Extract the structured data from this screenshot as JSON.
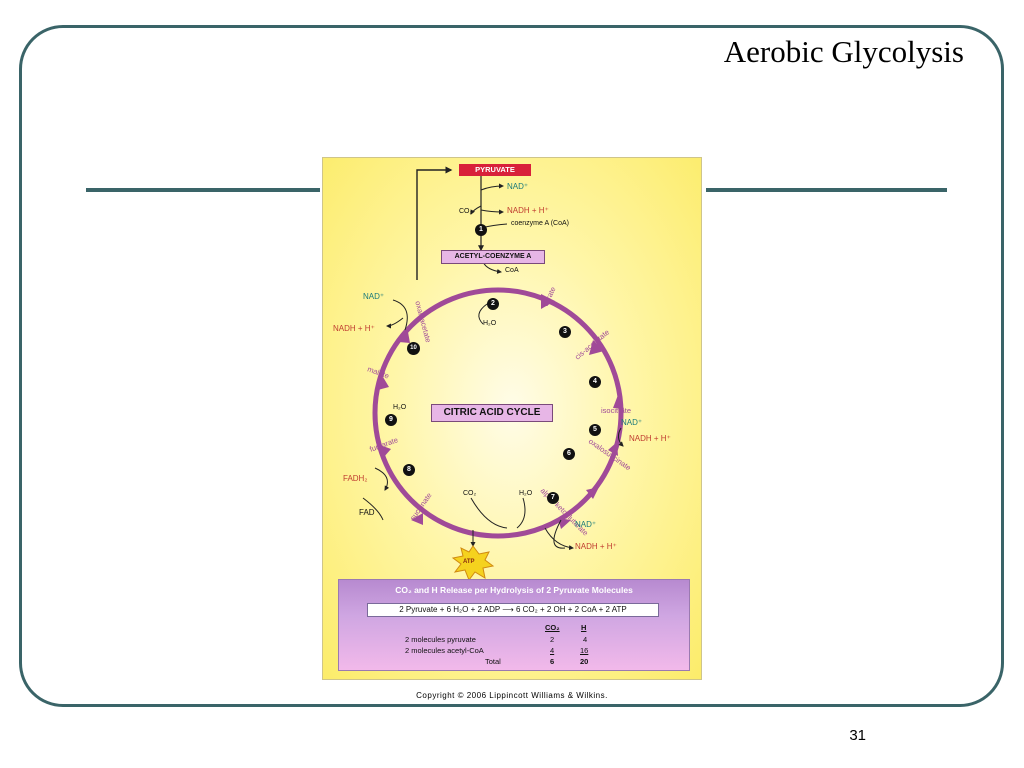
{
  "slide": {
    "title": "Aerobic Glycolysis",
    "page_number": "31",
    "copyright": "Copyright © 2006 Lippincott Williams & Wilkins."
  },
  "colors": {
    "frame": "#3a6468",
    "arrow": "#a04a98",
    "label_red": "#c03c30",
    "label_teal": "#1a7a7a",
    "box_pink": "#f0b8e8"
  },
  "diagram": {
    "pyruvate": "PYRUVATE",
    "acetyl_coa": "ACETYL-COENZYME  A",
    "center_label": "CITRIC ACID CYCLE",
    "coenzyme": "coenzyme A (CoA)",
    "coa_out": "CoA",
    "top_nad": "NAD⁺",
    "top_co2": "CO₂",
    "top_nadh": "NADH  +  H⁺",
    "intermediates": {
      "oxaloacetate": "oxaloacetate",
      "citrate": "citrate",
      "cis_aconitate": "cis-aconitate",
      "isocitrate": "isocitrate",
      "oxalosuccinate": "oxalosuccinate",
      "alpha_ketoglutarate": "alpha ketoglutarate",
      "succinate": "succinate",
      "fumarate": "fumarate",
      "malate": "malate"
    },
    "cofactors": {
      "nad_left": "NAD⁺",
      "nadh_left": "NADH  +  H⁺",
      "h2o_2": "H₂O",
      "nad_right": "NAD⁺",
      "nadh_right": "NADH  +  H⁺",
      "h2o_9": "H₂O",
      "fadh2": "FADH₂",
      "fad": "FAD",
      "co2_bottom": "CO₂",
      "h2o_bottom": "H₂O",
      "nad_bottom": "NAD⁺",
      "nadh_bottom": "NADH  +  H⁺",
      "atp": "ATP"
    },
    "steps": [
      "1",
      "2",
      "3",
      "4",
      "5",
      "6",
      "7",
      "8",
      "9",
      "10"
    ]
  },
  "summary": {
    "title": "CO₂ and H Release per Hydrolysis of 2 Pyruvate Molecules",
    "equation": "2 Pyruvate + 6 H₂O + 2 ADP ⟶ 6 CO₂ + 2 OH + 2 CoA + 2 ATP",
    "headers": [
      "CO₂",
      "H"
    ],
    "rows": [
      {
        "label": "2 molecules pyruvate",
        "co2": "2",
        "h": "4"
      },
      {
        "label": "2 molecules acetyl-CoA",
        "co2": "4",
        "h": "16"
      },
      {
        "label": "Total",
        "co2": "6",
        "h": "20"
      }
    ]
  }
}
